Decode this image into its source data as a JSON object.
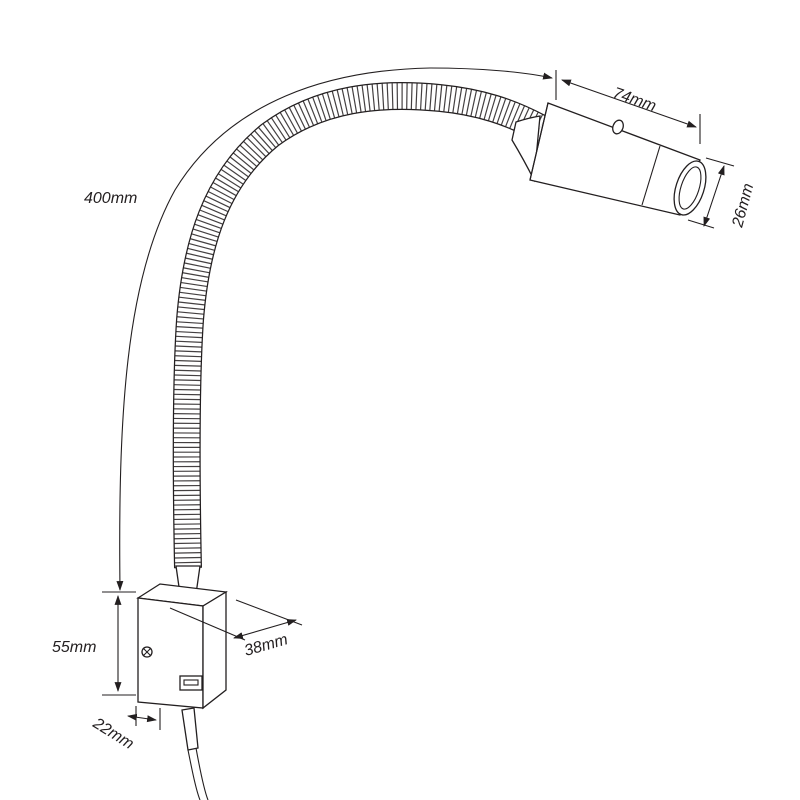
{
  "diagram": {
    "labels": {
      "gooseneck_length": "400mm",
      "head_length": "74mm",
      "head_diameter": "26mm",
      "base_height": "55mm",
      "base_depth": "38mm",
      "base_width": "22mm"
    },
    "colors": {
      "line": "#231f20",
      "background": "#ffffff"
    }
  }
}
